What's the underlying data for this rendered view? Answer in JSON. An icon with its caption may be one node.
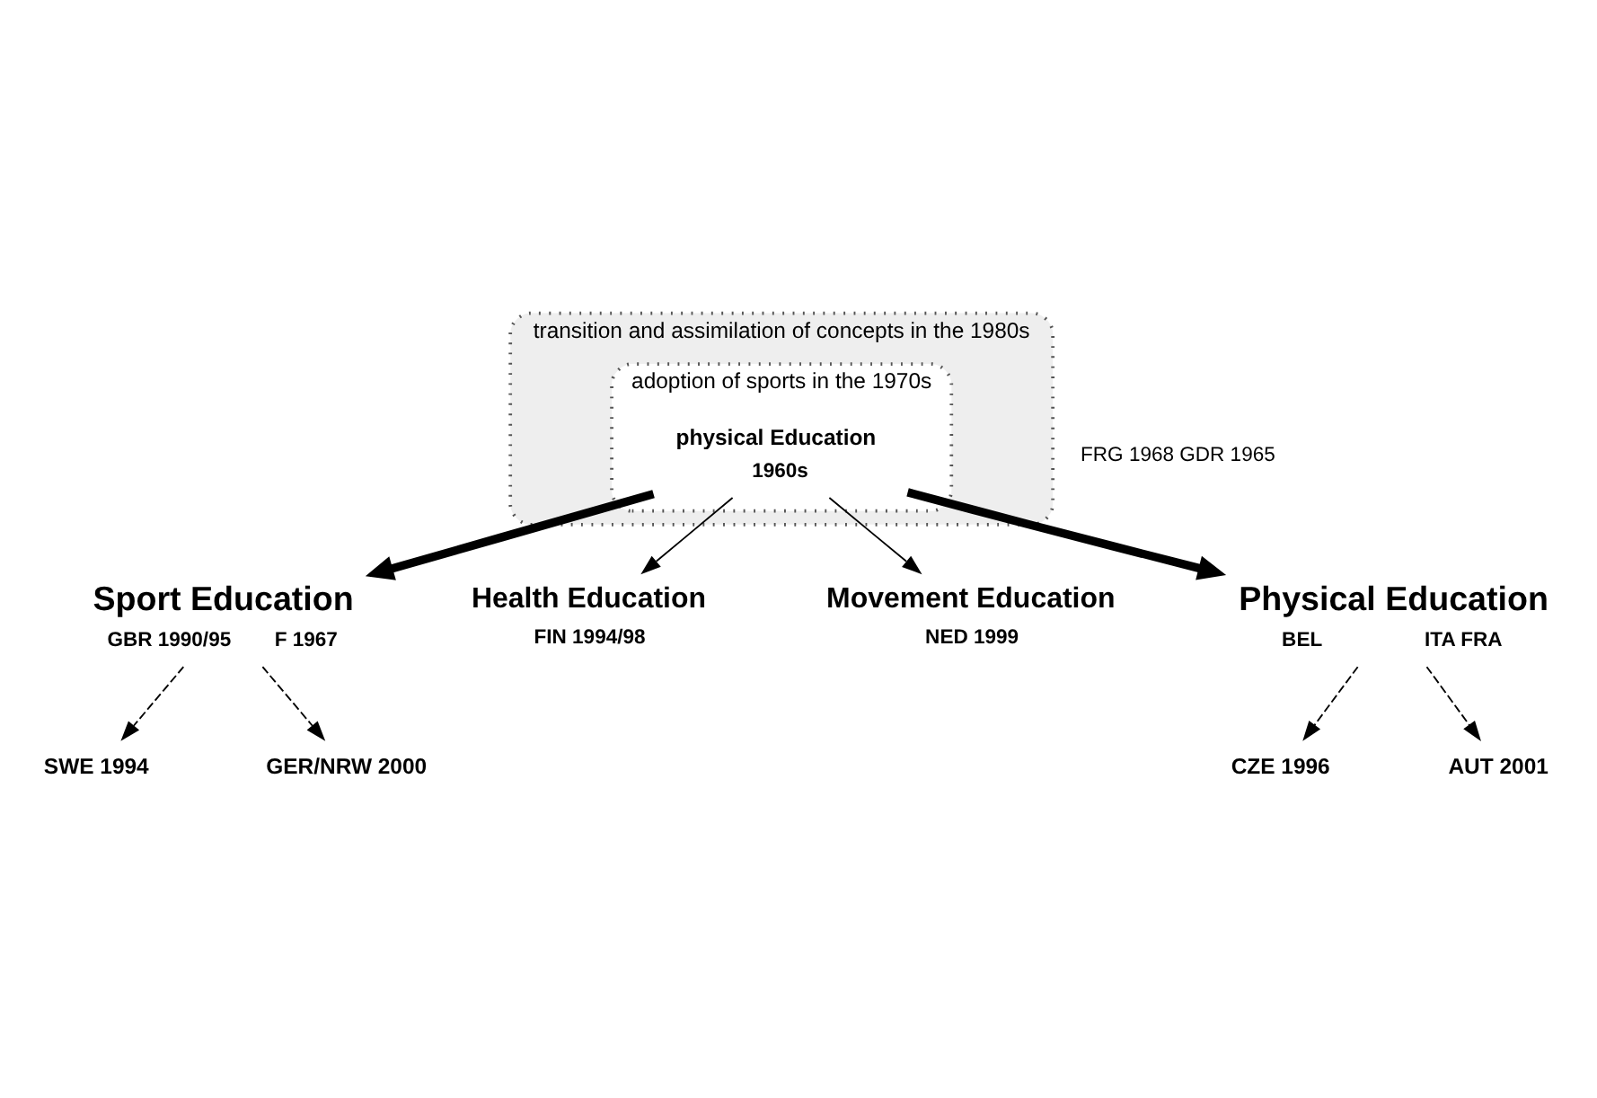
{
  "diagram": {
    "nodes": [
      {
        "text": [
          "transition and assimilation of concepts in the 1980s"
        ]
      },
      {
        "text": [
          "adoption of sports in the 1970s"
        ],
        "in": 0
      },
      {
        "text": [
          "physical Education",
          "1960s"
        ],
        "in": 1
      },
      {
        "text": [
          "Sport Education"
        ],
        "beside": [
          "GBR 1990/95",
          "F 1967"
        ]
      },
      {
        "text": [
          "Health Education",
          "FIN 1994/98"
        ]
      },
      {
        "text": [
          "Movement Education",
          "NED 1999"
        ]
      },
      {
        "text": [
          "Physical Education"
        ],
        "beside": [
          "BEL",
          "ITA FRA"
        ]
      },
      {
        "text": [
          "SWE 1994"
        ]
      },
      {
        "text": [
          "GER/NRW 2000"
        ]
      },
      {
        "text": [
          "CZE 1996"
        ]
      },
      {
        "text": [
          "AUT 2001"
        ]
      }
    ],
    "edges": [
      {
        "from": 2,
        "to": 3,
        "arrow": "to",
        "style": "thick"
      },
      {
        "from": 2,
        "to": 4,
        "arrow": "to"
      },
      {
        "from": 2,
        "to": 5,
        "arrow": "to"
      },
      {
        "from": 2,
        "to": 6,
        "arrow": "to",
        "style": "thick"
      },
      {
        "from": 3,
        "to": 7,
        "arrow": "to",
        "style": "dashed"
      },
      {
        "from": 3,
        "to": 8,
        "arrow": "to",
        "style": "dashed"
      },
      {
        "from": 6,
        "to": 9,
        "arrow": "to",
        "style": "dashed"
      },
      {
        "from": 6,
        "to": 10,
        "arrow": "to",
        "style": "dashed"
      }
    ],
    "labels": [
      "FRG 1968 GDR 1965"
    ]
  }
}
